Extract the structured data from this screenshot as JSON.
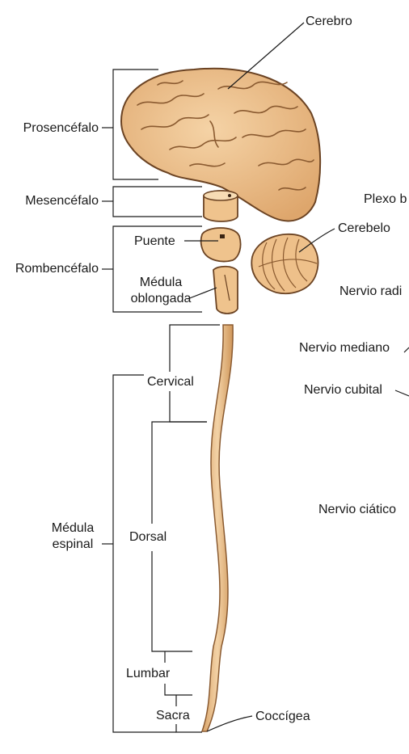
{
  "labels": {
    "cerebro": "Cerebro",
    "prosencefalo": "Prosencéfalo",
    "mesencefalo": "Mesencéfalo",
    "rombencefalo": "Rombencéfalo",
    "puente": "Puente",
    "medula_oblongada_1": "Médula",
    "medula_oblongada_2": "oblongada",
    "cerebelo": "Cerebelo",
    "plexo": "Plexo b",
    "nervio_radial": "Nervio radi",
    "nervio_mediano": "Nervio mediano",
    "nervio_cubital": "Nervio cubital",
    "nervio_ciatico": "Nervio ciático",
    "cervical": "Cervical",
    "dorsal": "Dorsal",
    "lumbar": "Lumbar",
    "sacra": "Sacra",
    "coccigea": "Coccígea",
    "medula_espinal_1": "Médula",
    "medula_espinal_2": "espinal"
  },
  "colors": {
    "tissue": "#f0c794",
    "tissue_shade": "#c98f52",
    "outline": "#6b4323",
    "line": "#1a1a1a"
  }
}
